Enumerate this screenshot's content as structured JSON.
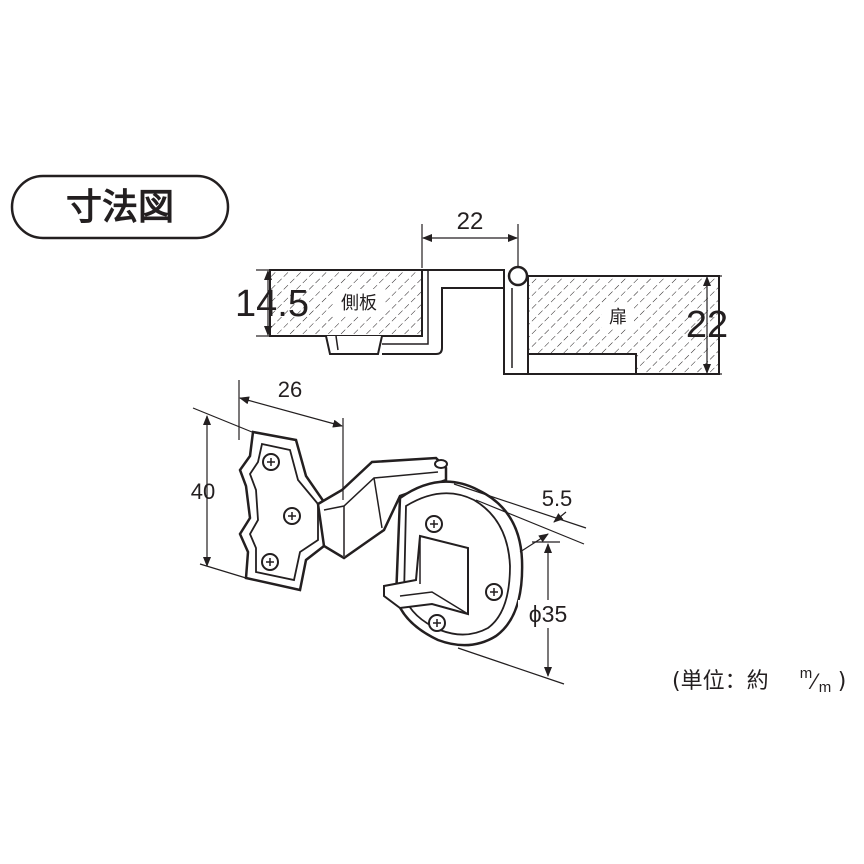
{
  "title": "寸法図",
  "top_view": {
    "gap_dimension": "22",
    "side_panel_label": "側板",
    "side_panel_thickness": "14.5",
    "door_label": "扉",
    "door_thickness": "22"
  },
  "hinge_view": {
    "plate_width": "26",
    "plate_height": "40",
    "cup_depth_offset": "5.5",
    "cup_diameter": "ϕ35"
  },
  "unit_note": {
    "prefix": "(単位：約",
    "unit_top": "m",
    "slash": "⁄",
    "unit_bottom": "m",
    "suffix": ")"
  },
  "colors": {
    "ink": "#231f20",
    "panel_fill": "#ffffff",
    "hatch": "#231f20"
  }
}
